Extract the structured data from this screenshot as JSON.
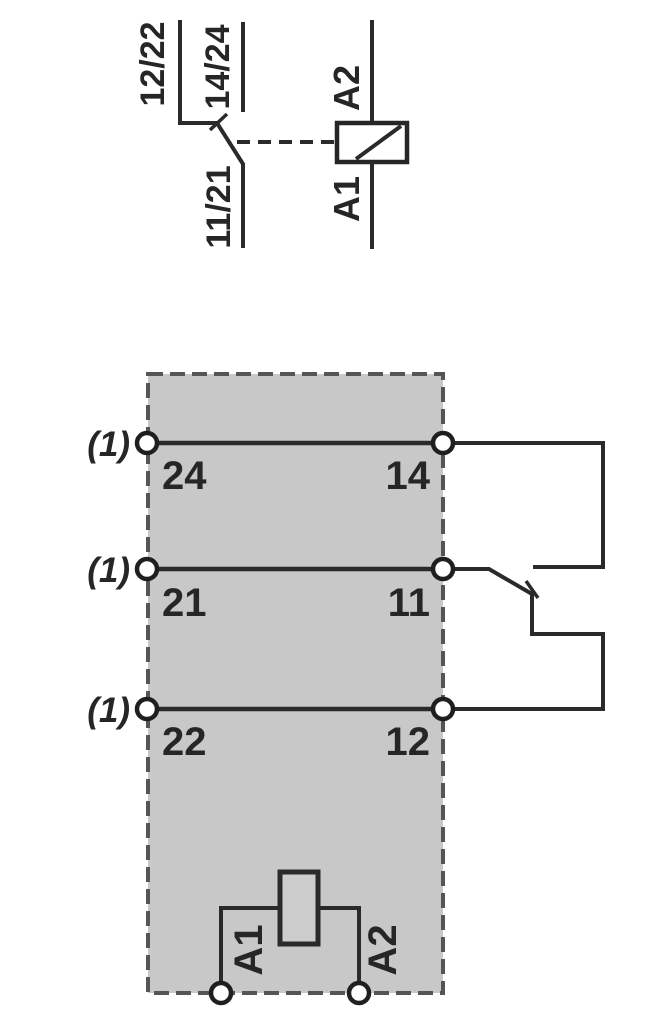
{
  "diagram_type": "relay-contact-and-coil-wiring-diagram",
  "colors": {
    "background": "#ffffff",
    "line": "#2a2a2a",
    "block_fill": "#c8c8c8",
    "block_border": "#555555",
    "terminal_fill": "#ffffff"
  },
  "schematic_symbol": {
    "nc_contact_label": "12/22",
    "no_contact_label": "14/24",
    "common_contact_label": "11/21",
    "coil_top_label": "A2",
    "coil_bottom_label": "A1"
  },
  "wiring_block": {
    "annotation": "(1)",
    "rows": [
      {
        "left": "24",
        "right": "14"
      },
      {
        "left": "21",
        "right": "11"
      },
      {
        "left": "22",
        "right": "12"
      }
    ],
    "coil": {
      "left_label": "A1",
      "right_label": "A2"
    }
  }
}
